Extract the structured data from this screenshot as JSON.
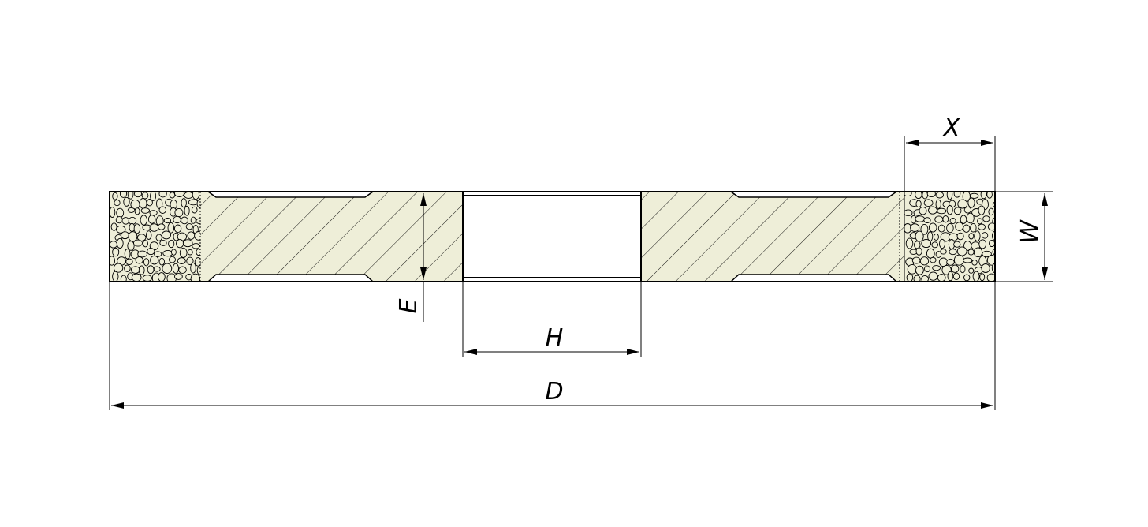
{
  "labels": {
    "outer_diameter": "D",
    "bore": "H",
    "width": "W",
    "abrasive_depth": "X",
    "hub_thickness": "E"
  },
  "colors": {
    "body_fill": "#eeeed8",
    "line": "#000000",
    "background": "#ffffff"
  }
}
